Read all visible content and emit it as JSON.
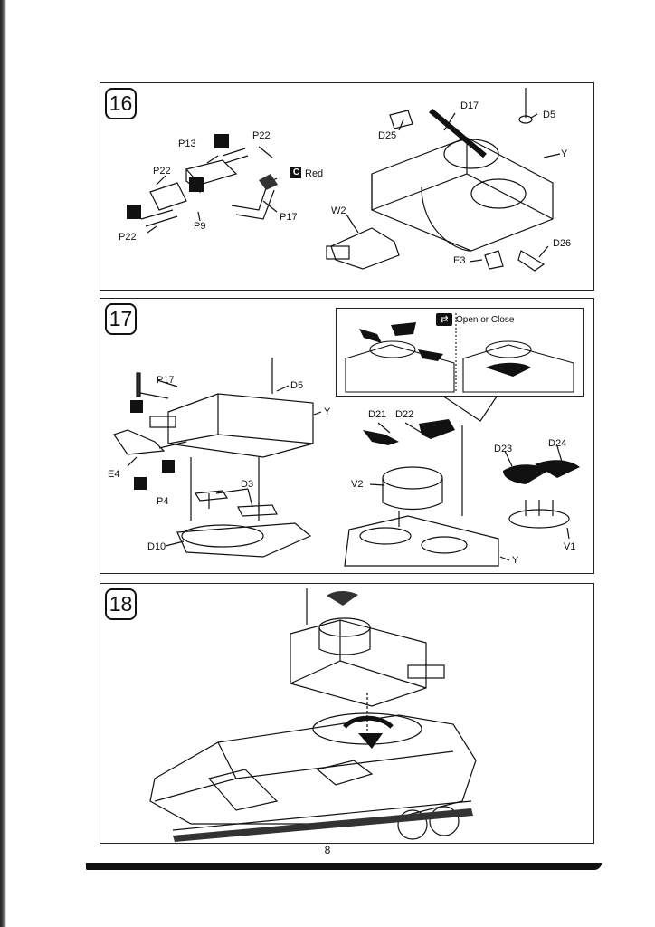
{
  "page_number": "8",
  "step16": {
    "number": "16",
    "labels": {
      "p13": "P13",
      "p22a": "P22",
      "p22b": "P22",
      "p22c": "P22",
      "p9": "P9",
      "p17": "P17",
      "red_code": "C",
      "red": "Red",
      "d17": "D17",
      "d25": "D25",
      "d5": "D5",
      "y": "Y",
      "w2": "W2",
      "e3": "E3",
      "d26": "D26"
    }
  },
  "step17": {
    "number": "17",
    "labels": {
      "p17": "P17",
      "d5": "D5",
      "y1": "Y",
      "e4": "E4",
      "p4": "P4",
      "d3": "D3",
      "d10": "D10",
      "d21": "D21",
      "d22": "D22",
      "v2": "V2",
      "d23": "D23",
      "d24": "D24",
      "v1": "V1",
      "y2": "Y"
    },
    "inset": {
      "open_close": "Open or Close"
    }
  },
  "step18": {
    "number": "18"
  }
}
